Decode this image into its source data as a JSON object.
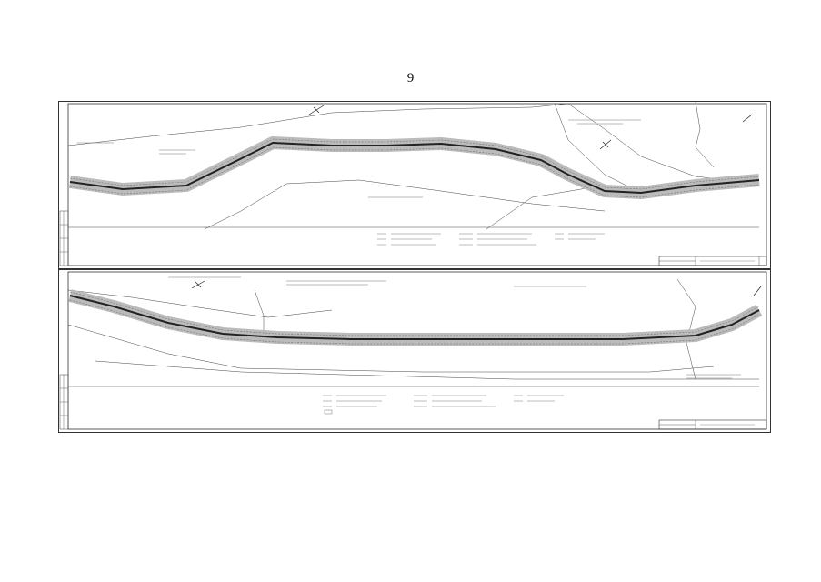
{
  "page": {
    "number": "9"
  },
  "colors": {
    "line": "#222222",
    "road": "#555555",
    "paper": "#ffffff"
  },
  "sheets": [
    {
      "id": "sheet-1",
      "stamp_code": ""
    },
    {
      "id": "sheet-2",
      "stamp_code": ""
    }
  ]
}
